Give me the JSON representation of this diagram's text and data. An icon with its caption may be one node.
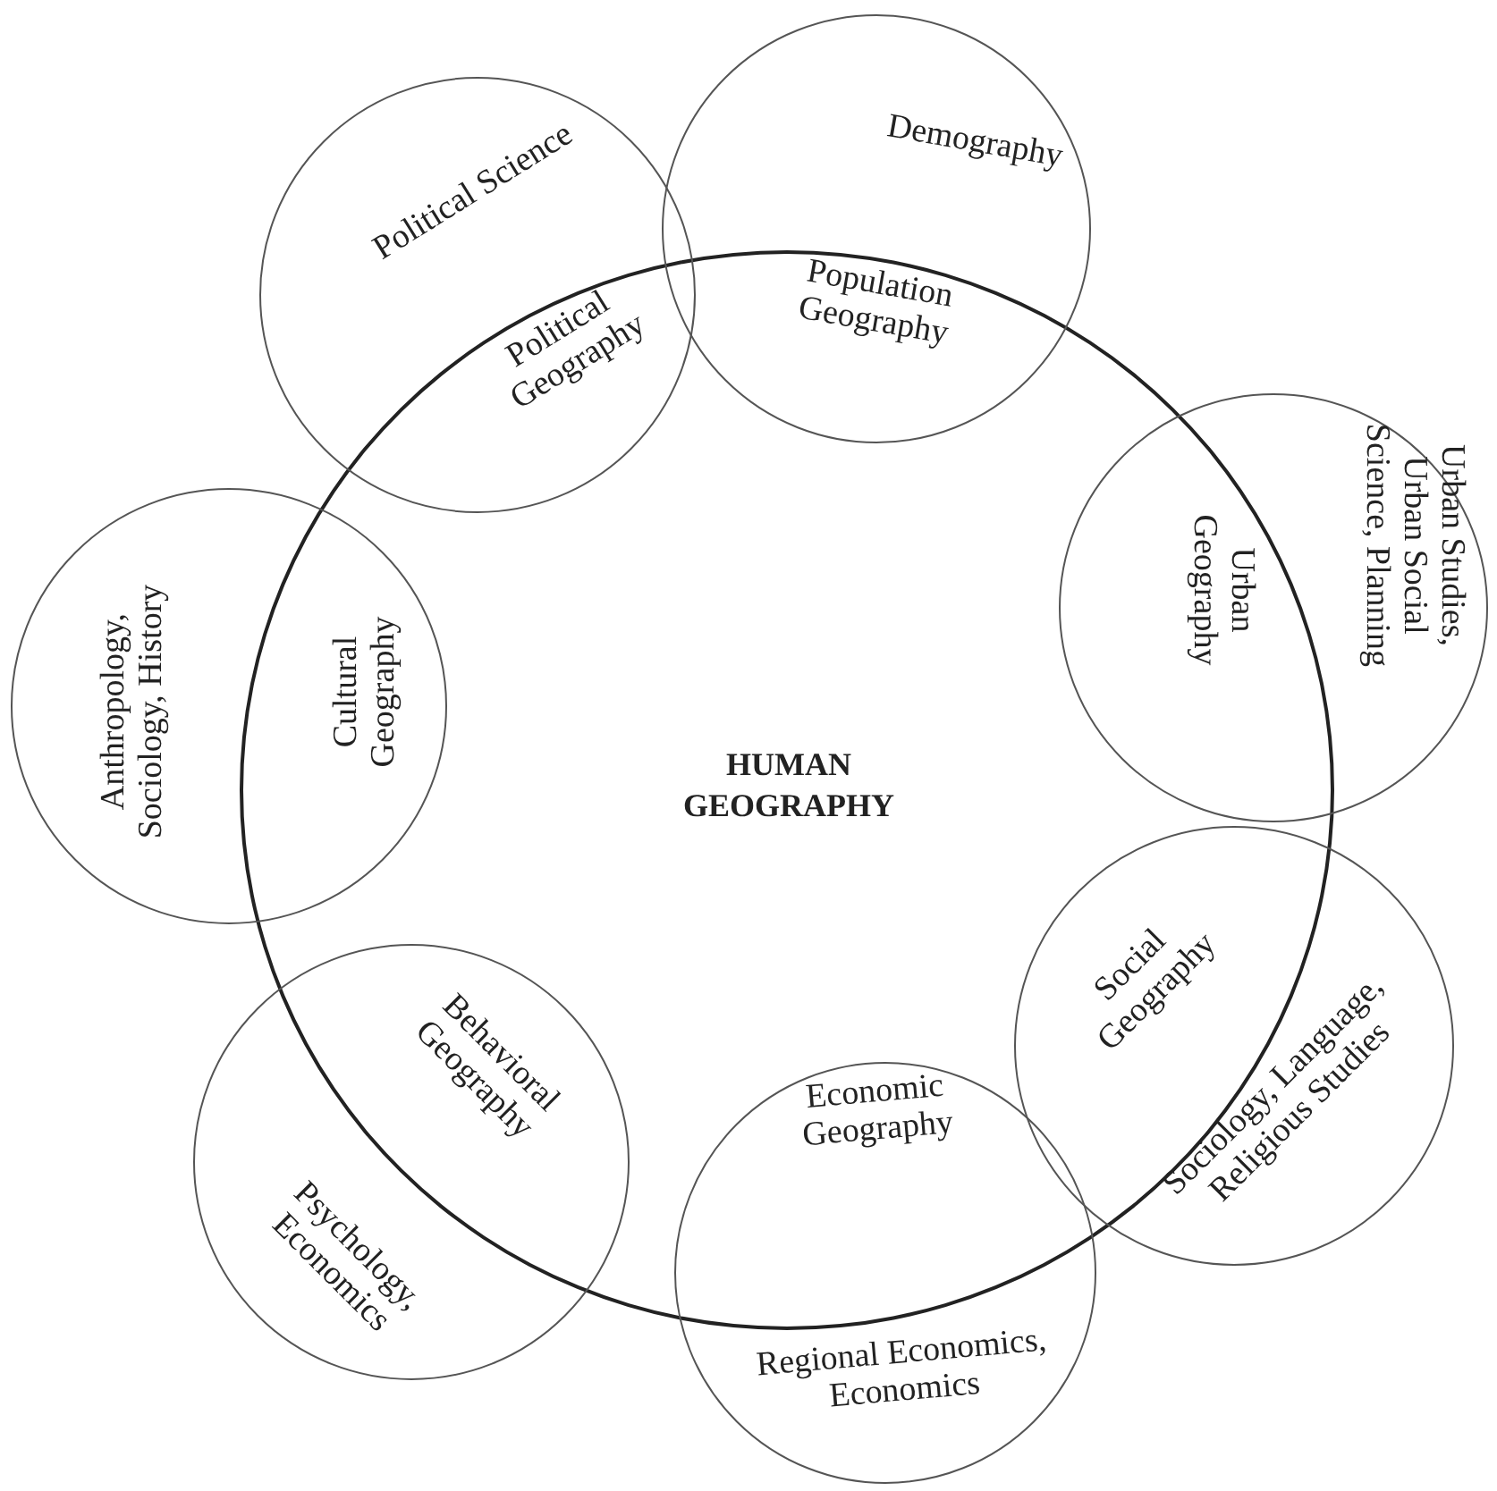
{
  "diagram": {
    "nodes": [
      {
        "text": [
          "HUMAN GEOGRAPHY"
        ]
      },
      {
        "text": [
          "Political Science",
          "Political Geography"
        ]
      },
      {
        "text": [
          "Demography",
          "Population Geography"
        ]
      },
      {
        "text": [
          "Urban Studies, Urban Social Science, Planning",
          "Urban Geography"
        ]
      },
      {
        "text": [
          "Anthropology, Sociology, History",
          "Cultural Geography"
        ]
      },
      {
        "text": [
          "Social Geography",
          "Sociology, Language, Religious Studies"
        ]
      },
      {
        "text": [
          "Behavioral Geography",
          "Psychology, Economics"
        ]
      },
      {
        "text": [
          "Economic Geography",
          "Regional Economics, Economics"
        ]
      }
    ],
    "edges": []
  }
}
